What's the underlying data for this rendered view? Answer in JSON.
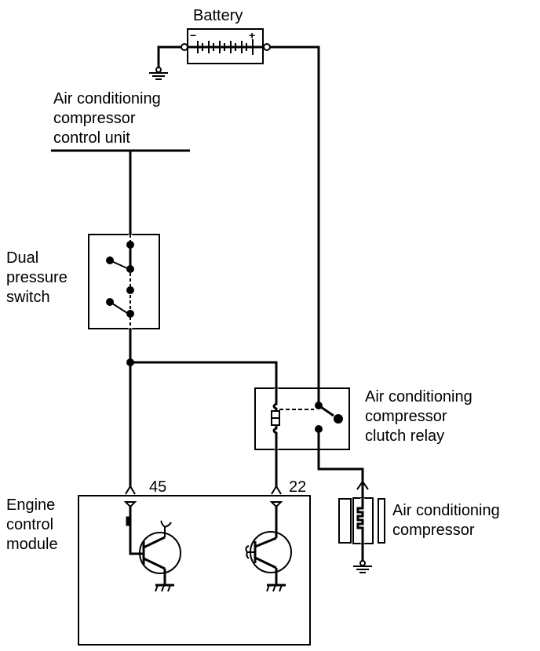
{
  "labels": {
    "battery": "Battery",
    "control_unit": [
      "Air conditioning",
      "compressor",
      "control unit"
    ],
    "dual_switch": [
      "Dual",
      "pressure",
      "switch"
    ],
    "relay": [
      "Air conditioning",
      "compressor",
      "clutch relay"
    ],
    "compressor": [
      "Air conditioning",
      "compressor"
    ],
    "ecm": [
      "Engine",
      "control",
      "module"
    ],
    "pin_45": "45",
    "pin_22": "22"
  },
  "battery_terminals": {
    "negative": "−",
    "positive": "+"
  }
}
